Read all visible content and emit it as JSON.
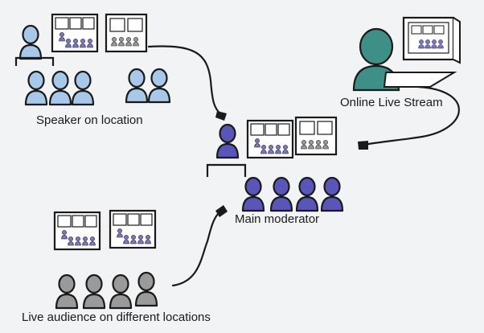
{
  "labels": {
    "speaker": "Speaker on location",
    "moderator": "Main moderator",
    "stream": "Online Live Stream",
    "audience": "Live audience on different locations"
  },
  "colors": {
    "background": "#f1f3f4",
    "speaker_fill": "#a8c8ea",
    "moderator_fill": "#5a55b8",
    "stream_fill": "#3e8f86",
    "audience_fill": "#9a9a9a",
    "line": "#1a1a1a"
  },
  "groups": [
    {
      "name": "speaker-on-location",
      "figure_count": 6,
      "screen_count": 2
    },
    {
      "name": "main-moderator",
      "figure_count": 5,
      "screen_count": 2
    },
    {
      "name": "online-live-stream",
      "figure_count": 1,
      "screen_count": 1
    },
    {
      "name": "live-audience",
      "figure_count": 4,
      "screen_count": 2
    }
  ],
  "connections": [
    {
      "from": "speaker-on-location",
      "to": "main-moderator"
    },
    {
      "from": "online-live-stream",
      "to": "main-moderator"
    },
    {
      "from": "live-audience",
      "to": "main-moderator"
    }
  ]
}
